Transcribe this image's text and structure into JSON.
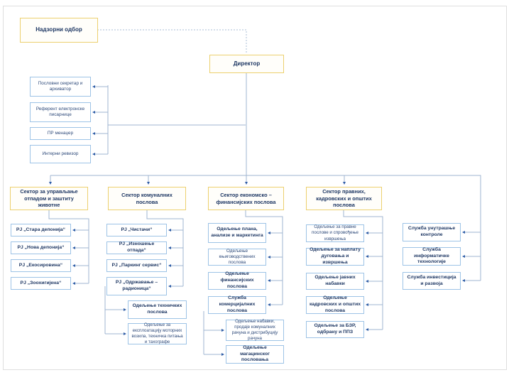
{
  "board": {
    "label": "Надзорни одбор"
  },
  "director": {
    "label": "Директор"
  },
  "staff": {
    "items": [
      {
        "label": "Пословни секретар и архиватор"
      },
      {
        "label": "Референт електронске писарнице"
      },
      {
        "label": "ПР менаџер"
      },
      {
        "label": "Интерни ревизор"
      }
    ]
  },
  "sectors": [
    {
      "label": "Сектор за управљање отпадом и заштиту животне",
      "units": [
        {
          "label": "РЈ „Стара депонија“"
        },
        {
          "label": "РЈ „Нова депонија“"
        },
        {
          "label": "РЈ „Екосировина“"
        },
        {
          "label": "РЈ „Зоохигијена“"
        }
      ]
    },
    {
      "label": "Сектор комуналних послова",
      "units": [
        {
          "label": "РЈ „Чистачи“"
        },
        {
          "label": "РЈ „Изношење отпада“"
        },
        {
          "label": "РЈ „Паркинг сервис“"
        },
        {
          "label": "РЈ „Одржавање – радионица“"
        }
      ],
      "departments": [
        {
          "label": "Одељење техничких послова"
        },
        {
          "label": "Одељење за експлоатацију моторних возила, техничка питања и тахографе"
        }
      ]
    },
    {
      "label": "Сектор економско – финансијских послова",
      "units": [
        {
          "label": "Одељење плана, анализе и маркетинга"
        },
        {
          "label": "Одељење књиговодствених послова"
        },
        {
          "label": "Одељење финансијских послова"
        },
        {
          "label": "Служба комерцијалних послова"
        }
      ],
      "departments": [
        {
          "label": "Одељење набавки, продаје комуналних рачуна и дистрибуцију рачуна"
        },
        {
          "label": "Одељење магацинског пословања"
        }
      ]
    },
    {
      "label": "Сектор правних, кадровских и општих послова",
      "units": [
        {
          "label": "Одељење за правне послове и спровођење извршења"
        },
        {
          "label": "Одељење за наплату дуговања и извршења"
        },
        {
          "label": "Одељење јавних набавки"
        },
        {
          "label": "Одељење кадровских и општих послова"
        },
        {
          "label": "Одељење за БЗР, одбрану и ППЗ"
        }
      ]
    }
  ],
  "services": {
    "items": [
      {
        "label": "Служба унутрашње контроле"
      },
      {
        "label": "Служба информатичке технологије"
      },
      {
        "label": "Служба инвестиција и развоја"
      }
    ]
  },
  "colors": {
    "yellow_border": "#ecd06e",
    "blue_border": "#9dc3e6",
    "text_navy": "#1f3864",
    "line": "#9fb4d0",
    "arrow": "#2e5ca6"
  }
}
